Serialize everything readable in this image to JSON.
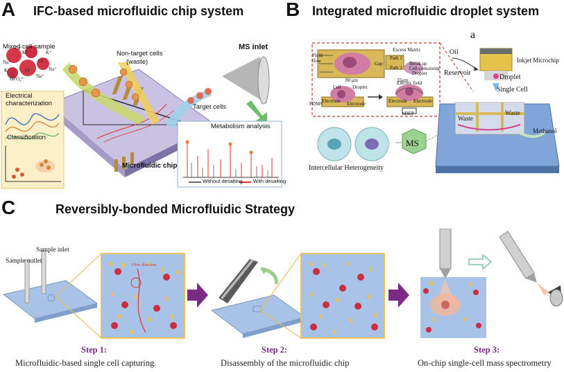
{
  "panelA": {
    "letter": "A",
    "title": "IFC-based microfluidic chip system",
    "mixed_cell_sample": "Mixed cell sample",
    "non_target_cells": "Non-target cells",
    "waste": "(waste)",
    "ms_inlet": "MS inlet",
    "electrical_characterization": "Electrical characterization",
    "classification": "Classification",
    "target_cells": "Target cells",
    "metabolism_analysis": "Metabolism analysis",
    "microfluidic_chip": "Microfluidic chip",
    "legend_without": "Without desalting",
    "legend_with": "With desalting",
    "ions": [
      "Na⁺",
      "K⁺",
      "Cl⁻",
      "K⁺",
      "Na⁺",
      "Cl⁻",
      "K⁺",
      "HPO₄²⁻",
      "Na⁺",
      "Cl⁻"
    ],
    "colors": {
      "red_line": "#d9342b",
      "gray_line": "#6b6b6b",
      "chip": "#9a8fc0"
    }
  },
  "panelB": {
    "letter": "B",
    "title": "Integrated microfluidic droplet system",
    "sub_a": "a",
    "oil": "Oil",
    "inkjet_microchip": "Inkjet Microchip",
    "reservoir": "Reservoir",
    "droplet": "Droplet",
    "single_cell": "Single Cell",
    "waste1": "Waste",
    "waste2": "Waste",
    "methanol": "Methanol",
    "ms": "MS",
    "intercellular": "Intercellular Heterogeneity",
    "fluid_flow": "Fluid flow",
    "excess_matrix": "Excess Matrix",
    "path1": "Path 1",
    "path2": "Path 2",
    "gap": "Gap",
    "break_up": "Break up",
    "cell_containing": "Cell-containing",
    "droplet_small": "Droplet",
    "um80": "80 μm",
    "um35": "35μm",
    "pdms": "PDMS",
    "cell": "Cell",
    "droplet2": "Droplet",
    "electrode1": "Electrode",
    "electrode2": "Electrode",
    "electric_field": "Electric field",
    "electrode3": "Electrode",
    "electrode4": "Electrode",
    "ndep": "nDEP"
  },
  "panelC": {
    "letter": "C",
    "title": "Reversibly-bonded Microfluidic Strategy",
    "sample_inlet": "Sample inlet",
    "sample_outlet": "Sample outlet",
    "flow_label": "Flow direction",
    "steps": [
      {
        "title": "Step 1:",
        "desc": "Microfluidic-based single cell capturing"
      },
      {
        "title": "Step 2:",
        "desc": "Disassembly of the microfluidic chip"
      },
      {
        "title": "Step 3:",
        "desc": "On-chip single-cell mass spectrometry"
      }
    ],
    "colors": {
      "arrow": "#7b2a86",
      "chip_blue": "#a9c3e6",
      "yellow": "#e8c25a"
    }
  }
}
